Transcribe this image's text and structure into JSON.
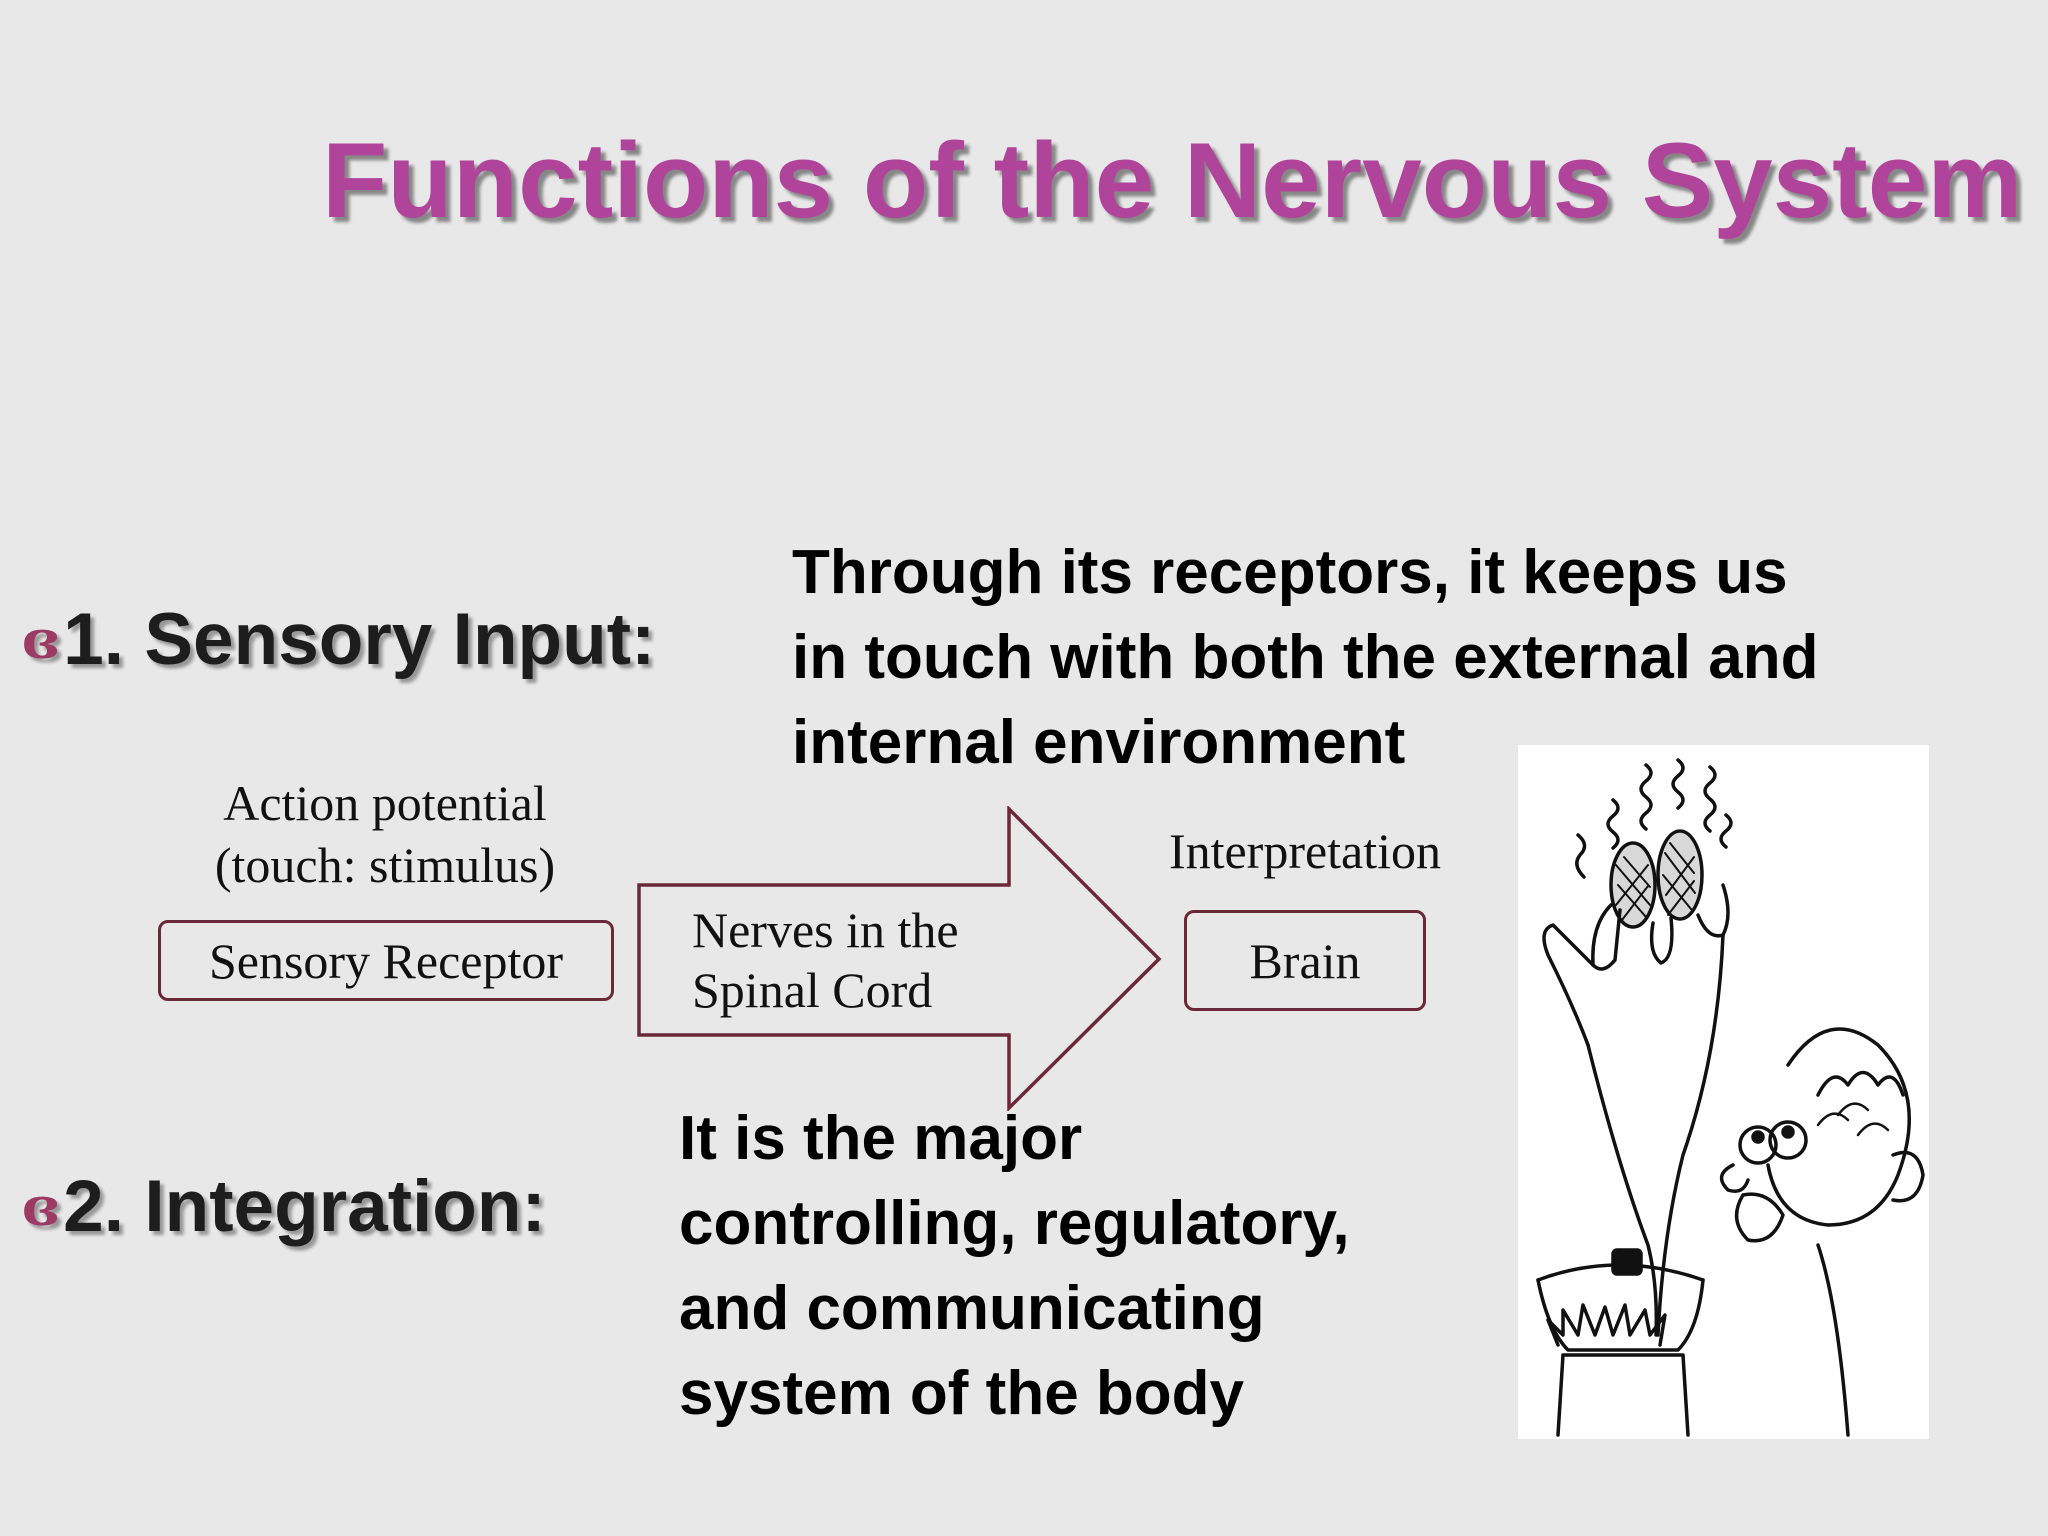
{
  "slide": {
    "title": "Functions of the Nervous System",
    "points": [
      {
        "bullet": "ɞ",
        "label": "1. Sensory Input:",
        "description_lines": [
          "Through its receptors, it keeps us",
          "in touch with both the external and",
          "internal environment"
        ]
      },
      {
        "bullet": "ɞ",
        "label": "2. Integration:",
        "description_lines": [
          "It is the major",
          "controlling, regulatory,",
          "and communicating",
          "system of the body"
        ]
      }
    ],
    "diagram": {
      "action_potential_lines": [
        "Action potential",
        "(touch: stimulus)"
      ],
      "sensory_receptor": "Sensory Receptor",
      "nerves_lines": [
        "Nerves in the",
        "Spinal Cord"
      ],
      "interpretation": "Interpretation",
      "brain": "Brain",
      "border_color": "#6b2838"
    },
    "illustration": "cartoon of a person jerking a burned hand away from a hot pot on a stove",
    "colors": {
      "title": "#b0449a",
      "bullet": "#9c3a63",
      "background": "#e9e8e8"
    }
  }
}
